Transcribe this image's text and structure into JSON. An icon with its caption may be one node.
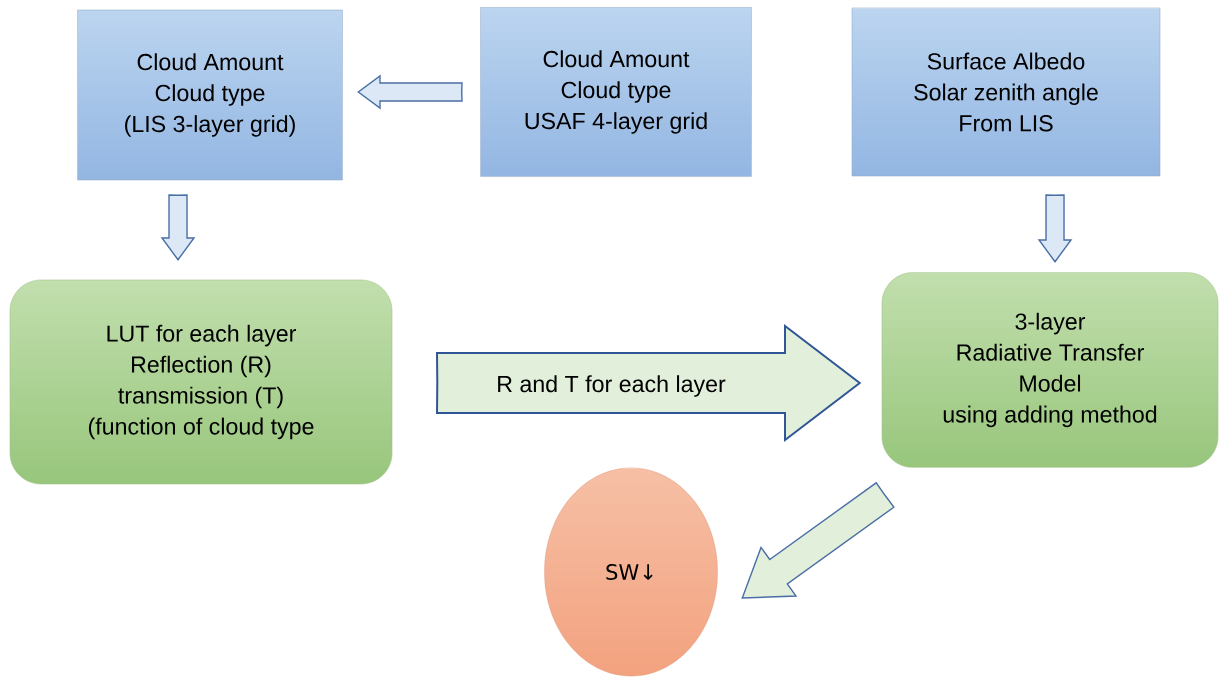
{
  "diagram": {
    "nodes": [
      {
        "text": [
          "Cloud Amount",
          "Cloud type",
          "(LIS 3-layer grid)"
        ]
      },
      {
        "text": [
          "Cloud Amount",
          "Cloud type",
          "USAF 4-layer grid"
        ]
      },
      {
        "text": [
          "Surface Albedo",
          "Solar zenith angle",
          "From LIS"
        ]
      },
      {
        "text": [
          "LUT for each layer",
          "Reflection (R)",
          "transmission (T)",
          "(function of cloud type"
        ]
      },
      {
        "text": [
          "3-layer",
          "Radiative Transfer",
          "Model",
          "using adding method"
        ]
      },
      {
        "text": [
          "SW↓"
        ]
      }
    ],
    "edges": [
      {
        "from": 1,
        "to": 0,
        "arrow": "to"
      },
      {
        "from": 0,
        "to": 3,
        "arrow": "to"
      },
      {
        "from": 2,
        "to": 4,
        "arrow": "to"
      },
      {
        "from": 3,
        "to": 4,
        "arrow": "to",
        "label": "R and T for each layer",
        "style": "thick"
      },
      {
        "from": 4,
        "to": 5,
        "arrow": "to"
      }
    ]
  }
}
